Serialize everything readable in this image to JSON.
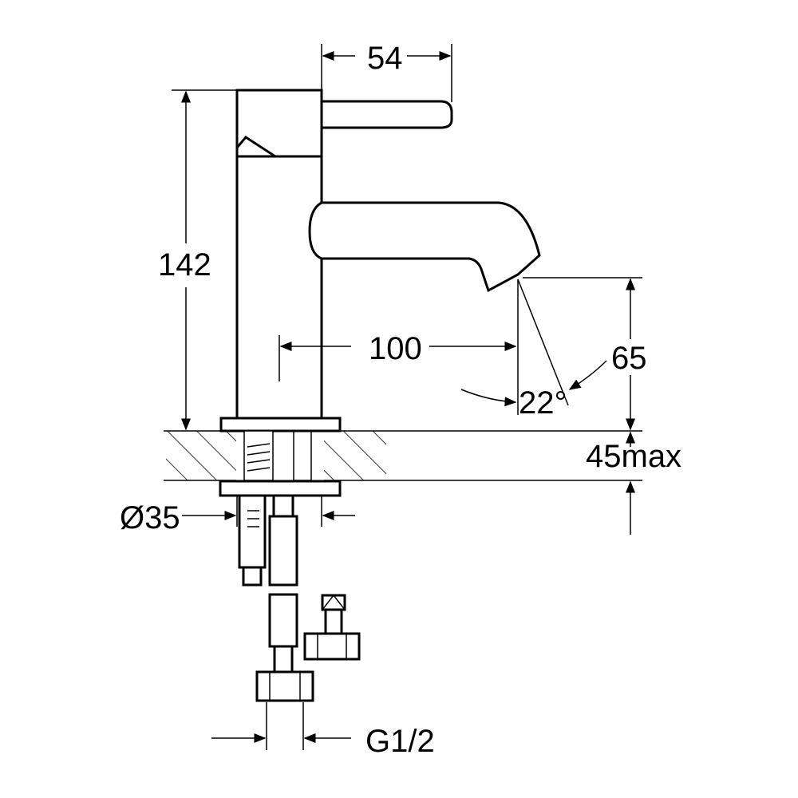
{
  "dimensions": {
    "width": "54",
    "height": "142",
    "reach": "100",
    "spout_height": "65",
    "angle": "22°",
    "deck_thickness": "45max",
    "base_diameter": "Ø35",
    "connection": "G1/2"
  },
  "colors": {
    "line": "#000000",
    "hatch": "#000000",
    "background": "#ffffff"
  }
}
